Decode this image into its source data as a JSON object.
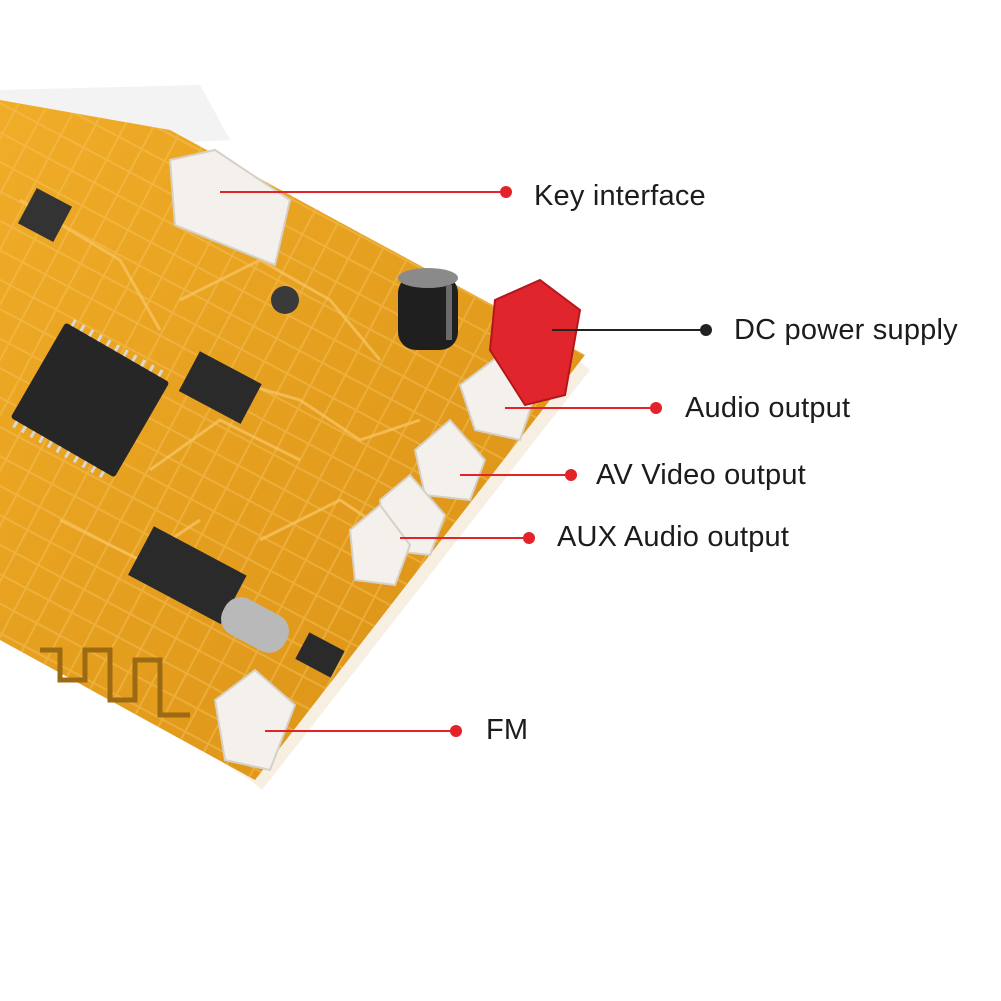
{
  "colors": {
    "pcb": "#e8a21c",
    "pcb_dark": "#c47d0f",
    "trace": "#f2b64a",
    "chip": "#2b2b2b",
    "connector_white": "#f4f1ec",
    "connector_red": "#e0262c",
    "leader_red": "#e42229",
    "leader_black": "#222222"
  },
  "icons": [
    "pcb-board-image",
    "chip-icon",
    "capacitor-icon",
    "connector-icon",
    "antenna-trace-icon"
  ],
  "callouts": [
    {
      "id": "key",
      "label": "Key interface",
      "marker_color": "#e42229"
    },
    {
      "id": "dc",
      "label": "DC power supply",
      "marker_color": "#222222"
    },
    {
      "id": "audio",
      "label": "Audio output",
      "marker_color": "#e42229"
    },
    {
      "id": "av",
      "label": "AV Video output",
      "marker_color": "#e42229"
    },
    {
      "id": "aux",
      "label": "AUX Audio output",
      "marker_color": "#e42229"
    },
    {
      "id": "fm",
      "label": "FM",
      "marker_color": "#e42229"
    }
  ]
}
